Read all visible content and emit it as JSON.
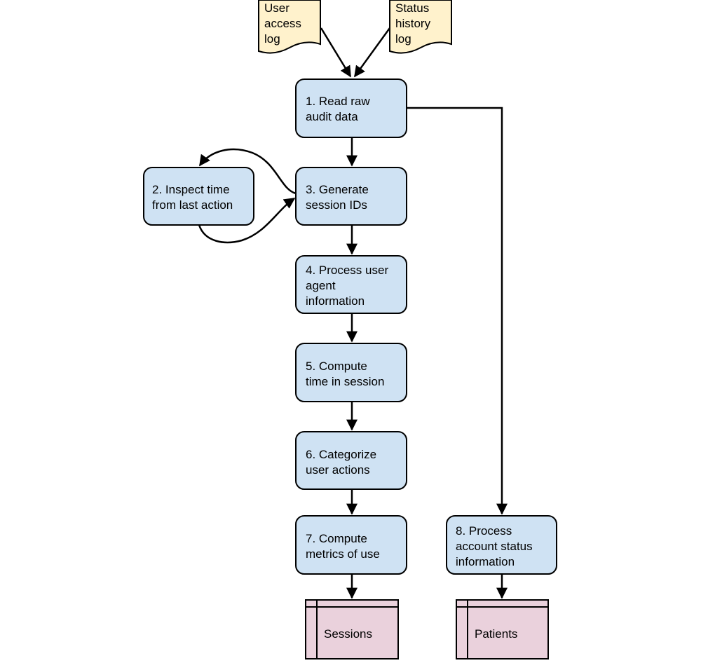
{
  "colors": {
    "process_fill": "#cfe2f3",
    "document_fill": "#fff2cc",
    "datastore_fill": "#ead1dc",
    "stroke": "#000000"
  },
  "documents": {
    "user_access_log": [
      "User",
      "access",
      "log"
    ],
    "status_history_log": [
      "Status",
      "history",
      "log"
    ]
  },
  "steps": {
    "s1": [
      "1. Read raw",
      "audit data"
    ],
    "s2": [
      "2. Inspect time",
      "from last action"
    ],
    "s3": [
      "3. Generate",
      "session IDs"
    ],
    "s4": [
      "4. Process user",
      "agent",
      "information"
    ],
    "s5": [
      "5. Compute",
      "time in session"
    ],
    "s6": [
      "6. Categorize",
      "user actions"
    ],
    "s7": [
      "7. Compute",
      "metrics of use"
    ],
    "s8": [
      "8. Process",
      "account status",
      "information"
    ]
  },
  "datastores": {
    "sessions": "Sessions",
    "patients": "Patients"
  }
}
